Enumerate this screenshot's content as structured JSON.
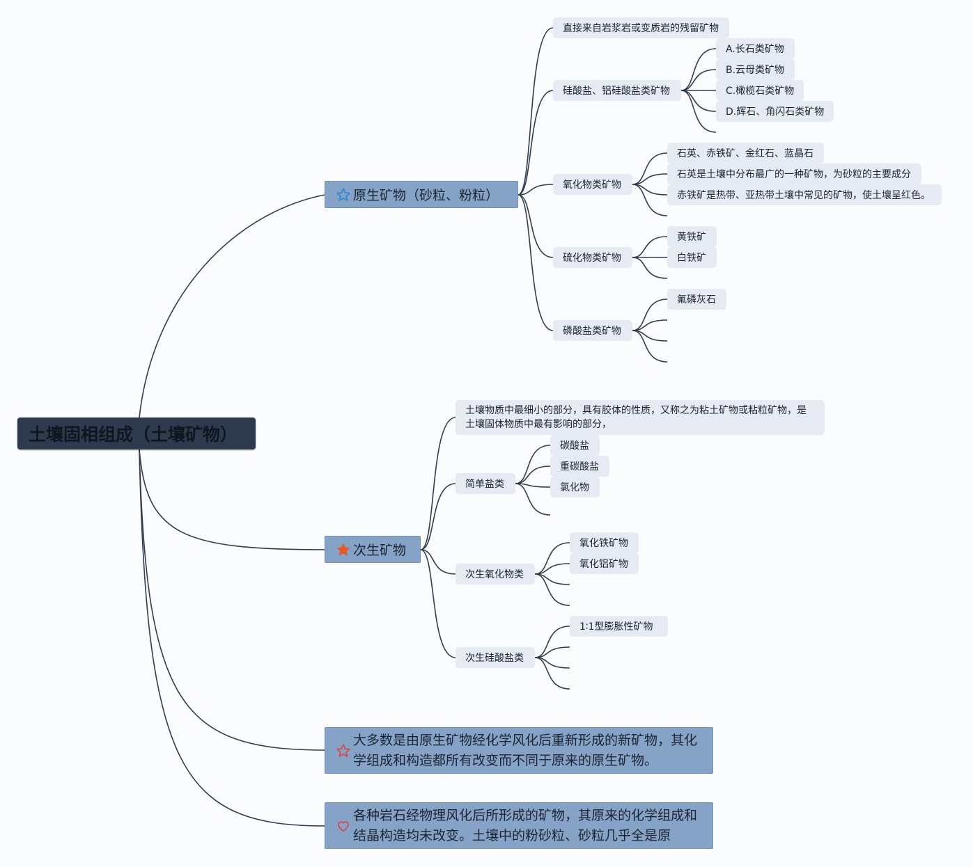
{
  "root": {
    "label": "土壤固相组成（土壤矿物）"
  },
  "primary": {
    "label": "原生矿物（砂粒、粉粒）",
    "icon": "star-outline-icon",
    "children": [
      {
        "label": "直接来自岩浆岩或变质岩的残留矿物"
      },
      {
        "label": "硅酸盐、铝硅酸盐类矿物",
        "children": [
          "A.长石类矿物",
          "B.云母类矿物",
          "C.橄榄石类矿物",
          "D.辉石、角闪石类矿物"
        ]
      },
      {
        "label": "氧化物类矿物",
        "children": [
          "石英、赤铁矿、金红石、蓝晶石",
          "石英是土壤中分布最广的一种矿物，为砂粒的主要成分",
          "赤铁矿是热带、亚热带土壤中常见的矿物，使土壤呈红色。"
        ]
      },
      {
        "label": "硫化物类矿物",
        "children": [
          "黄铁矿",
          "白铁矿"
        ]
      },
      {
        "label": "磷酸盐类矿物",
        "children": [
          "氟磷灰石"
        ]
      }
    ]
  },
  "secondary": {
    "label": "次生矿物",
    "icon": "star-filled-icon",
    "children": [
      {
        "label": "土壤物质中最细小的部分，具有胶体的性质，又称之为粘土矿物或粘粒矿物，是土壤固体物质中最有影响的部分，"
      },
      {
        "label": "简单盐类",
        "children": [
          "碳酸盐",
          "重碳酸盐",
          "氯化物"
        ]
      },
      {
        "label": "次生氧化物类",
        "children": [
          "氧化铁矿物",
          "氧化铝矿物"
        ]
      },
      {
        "label": "次生硅酸盐类",
        "children": [
          "1∶1型膨胀性矿物"
        ]
      }
    ]
  },
  "note1": {
    "label": "大多数是由原生矿物经化学风化后重新形成的新矿物，其化学组成和构造都所有改变而不同于原来的原生矿物。",
    "icon": "star-outline-red-icon"
  },
  "note2": {
    "label": "各种岩石经物理风化后所形成的矿物，其原来的化学组成和结晶构造均未改变。土壤中的粉砂粒、砂粒几乎全是原",
    "icon": "heart-outline-icon"
  },
  "colors": {
    "root": "#2e3b4e",
    "main": "#85a3c7",
    "sub": "#e6ebf3",
    "link": "#2f3d4f",
    "star_blue": "#2b86d6",
    "star_orange": "#e25a2c",
    "red": "#e0403a"
  }
}
